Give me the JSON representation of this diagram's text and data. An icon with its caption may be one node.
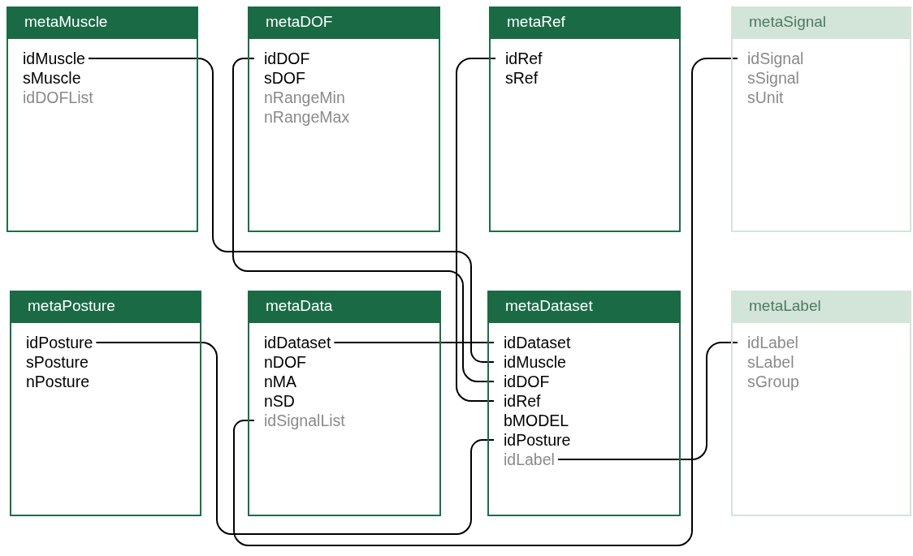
{
  "diagram": {
    "nodes": [
      {
        "text": [
          "metaMuscle"
        ]
      },
      {
        "text": [
          "idMuscle"
        ],
        "in": 0
      },
      {
        "text": [
          "sMuscle"
        ],
        "in": 0
      },
      {
        "text": [
          "idDOFList"
        ],
        "in": 0
      },
      {
        "text": [
          "metaDOF"
        ]
      },
      {
        "text": [
          "idDOF"
        ],
        "in": 4
      },
      {
        "text": [
          "sDOF"
        ],
        "in": 4
      },
      {
        "text": [
          "nRangeMin"
        ],
        "in": 4
      },
      {
        "text": [
          "nRangeMax"
        ],
        "in": 4
      },
      {
        "text": [
          "metaRef"
        ]
      },
      {
        "text": [
          "idRef"
        ],
        "in": 9
      },
      {
        "text": [
          "sRef"
        ],
        "in": 9
      },
      {
        "text": [
          "metaSignal"
        ]
      },
      {
        "text": [
          "idSignal"
        ],
        "in": 12
      },
      {
        "text": [
          "sSignal"
        ],
        "in": 12
      },
      {
        "text": [
          "sUnit"
        ],
        "in": 12
      },
      {
        "text": [
          "metaPosture"
        ]
      },
      {
        "text": [
          "idPosture"
        ],
        "in": 16
      },
      {
        "text": [
          "sPosture"
        ],
        "in": 16
      },
      {
        "text": [
          "nPosture"
        ],
        "in": 16
      },
      {
        "text": [
          "metaData"
        ]
      },
      {
        "text": [
          "idDataset"
        ],
        "in": 20
      },
      {
        "text": [
          "nDOF"
        ],
        "in": 20
      },
      {
        "text": [
          "nMA"
        ],
        "in": 20
      },
      {
        "text": [
          "nSD"
        ],
        "in": 20
      },
      {
        "text": [
          "idSignalList"
        ],
        "in": 20
      },
      {
        "text": [
          "metaDataset"
        ]
      },
      {
        "text": [
          "idDataset"
        ],
        "in": 26
      },
      {
        "text": [
          "idMuscle"
        ],
        "in": 26
      },
      {
        "text": [
          "idDOF"
        ],
        "in": 26
      },
      {
        "text": [
          "idRef"
        ],
        "in": 26
      },
      {
        "text": [
          "bMODEL"
        ],
        "in": 26
      },
      {
        "text": [
          "idPosture"
        ],
        "in": 26
      },
      {
        "text": [
          "idLabel"
        ],
        "in": 26
      },
      {
        "text": [
          "metaLabel"
        ]
      },
      {
        "text": [
          "idLabel"
        ],
        "in": 34
      },
      {
        "text": [
          "sLabel"
        ],
        "in": 34
      },
      {
        "text": [
          "sGroup"
        ],
        "in": 34
      }
    ],
    "edges": [
      {
        "from": 1,
        "to": 28,
        "arrow": "none"
      },
      {
        "from": 5,
        "to": 29,
        "arrow": "none"
      },
      {
        "from": 10,
        "to": 30,
        "arrow": "none"
      },
      {
        "from": 13,
        "to": 25,
        "arrow": "none"
      },
      {
        "from": 17,
        "to": 32,
        "arrow": "none"
      },
      {
        "from": 21,
        "to": 27,
        "arrow": "none"
      },
      {
        "from": 33,
        "to": 35,
        "arrow": "none"
      }
    ]
  }
}
